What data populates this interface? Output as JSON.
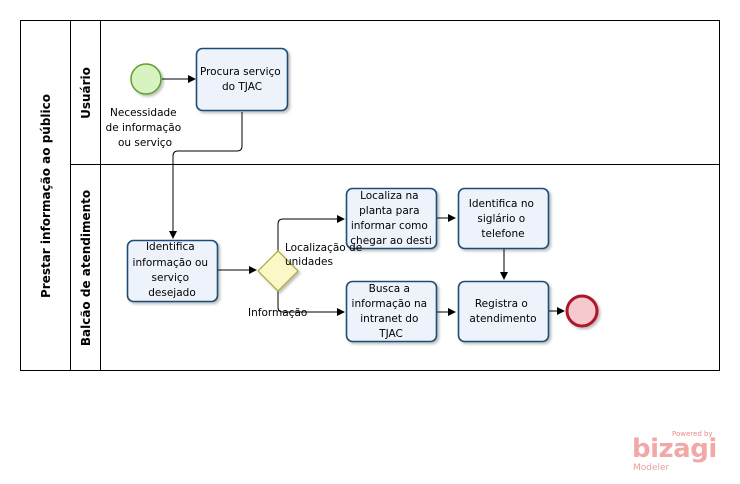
{
  "pool": {
    "title": "Prestar informação ao público"
  },
  "lanes": [
    {
      "id": "usuario",
      "title": "Usuário"
    },
    {
      "id": "balcao",
      "title": "Balcão de atendimento"
    }
  ],
  "start_event": {
    "label": [
      "Necessidade",
      "de informação",
      "ou serviço"
    ]
  },
  "tasks": [
    {
      "id": "procura",
      "lines": [
        "Procura serviço",
        "do TJAC"
      ]
    },
    {
      "id": "identifica",
      "lines": [
        "Identifica",
        "informação ou",
        "serviço",
        "desejado"
      ]
    },
    {
      "id": "localiza",
      "lines": [
        "Localiza na",
        "planta para",
        "informar como",
        "chegar ao desti"
      ]
    },
    {
      "id": "siglario",
      "lines": [
        "Identifica no",
        "siglário o",
        "telefone"
      ]
    },
    {
      "id": "busca",
      "lines": [
        "Busca a",
        "informação na",
        "intranet do",
        "TJAC"
      ]
    },
    {
      "id": "registra",
      "lines": [
        "Registra o",
        "atendimento"
      ]
    }
  ],
  "gateway": {
    "branch_top_label": [
      "Localização de",
      "unidades"
    ],
    "branch_bottom_label": "Informação"
  },
  "branding": {
    "powered": "Powered by",
    "brand": "bizagi",
    "product": "Modeler"
  },
  "colors": {
    "task_fill": "#eef3fb",
    "task_stroke": "#1f4e79",
    "start_fill": "#d9f2c2",
    "start_stroke": "#5aa02c",
    "end_fill": "#f6c9cf",
    "end_stroke": "#b0192b",
    "gateway_fill": "#fbf7c6",
    "gateway_stroke": "#a8a830"
  }
}
